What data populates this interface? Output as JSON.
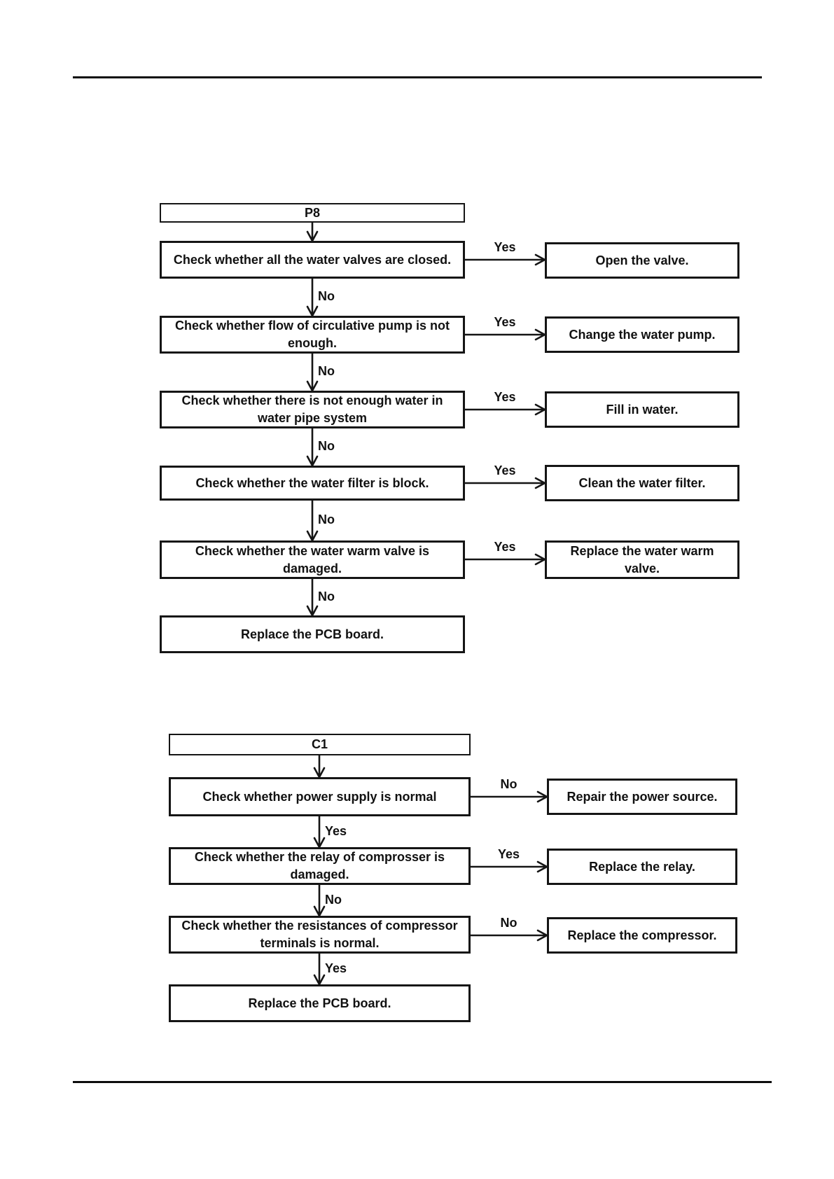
{
  "flowcharts": [
    {
      "id_label": "P8",
      "steps": [
        {
          "check": "Check whether all the water valves are closed.",
          "branch_label": "Yes",
          "action": "Open the valve.",
          "next_label": "No"
        },
        {
          "check": "Check whether flow of circulative pump is not enough.",
          "branch_label": "Yes",
          "action": "Change the water pump.",
          "next_label": "No"
        },
        {
          "check": "Check whether there is not enough water in water pipe system",
          "branch_label": "Yes",
          "action": "Fill in water.",
          "next_label": "No"
        },
        {
          "check": "Check whether the water filter is block.",
          "branch_label": "Yes",
          "action": "Clean the water filter.",
          "next_label": "No"
        },
        {
          "check": "Check whether the water warm valve is damaged.",
          "branch_label": "Yes",
          "action": "Replace the water warm valve.",
          "next_label": "No"
        }
      ],
      "terminal": "Replace the PCB board."
    },
    {
      "id_label": "C1",
      "steps": [
        {
          "check": "Check whether power supply is normal",
          "branch_label": "No",
          "action": "Repair the power source.",
          "next_label": "Yes"
        },
        {
          "check": "Check whether the relay of comprosser is damaged.",
          "branch_label": "Yes",
          "action": "Replace the relay.",
          "next_label": "No"
        },
        {
          "check": "Check whether the resistances of compressor terminals is normal.",
          "branch_label": "No",
          "action": "Replace the compressor.",
          "next_label": "Yes"
        }
      ],
      "terminal": "Replace the PCB board."
    }
  ],
  "colors": {
    "ink": "#151515",
    "paper": "#ffffff"
  }
}
